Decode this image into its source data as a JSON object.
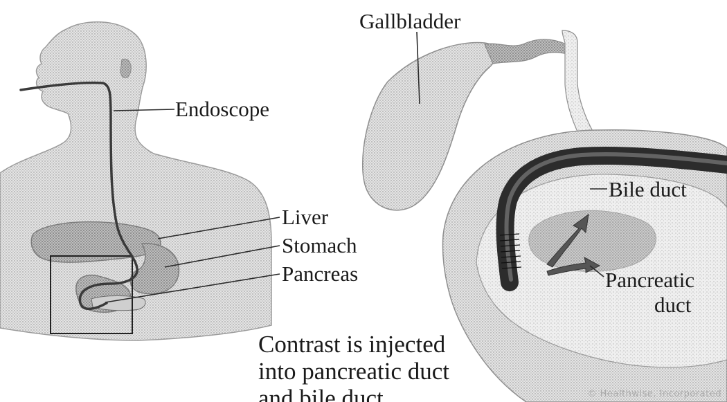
{
  "labels": {
    "gallbladder": "Gallbladder",
    "endoscope": "Endoscope",
    "liver": "Liver",
    "stomach": "Stomach",
    "pancreas": "Pancreas",
    "bile_duct": "Bile duct",
    "pancreatic_duct_line1": "Pancreatic",
    "pancreatic_duct_line2": "duct"
  },
  "caption": {
    "line1": "Contrast is injected",
    "line2": "into pancreatic duct",
    "line3": "and bile duct"
  },
  "credit": "© Healthwise, Incorporated",
  "colors": {
    "ink": "#1a1a1a",
    "tissue": "#d8d8d8",
    "tissue_dark": "#a8a8a8",
    "endoscope": "#3c3c3c"
  }
}
